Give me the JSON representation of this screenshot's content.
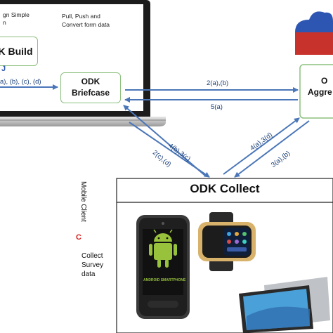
{
  "laptop": {
    "note_left": "gn Simple",
    "note_left_2": "n",
    "note_right_line1": "Pull, Push and",
    "note_right_line2": "Convert form data"
  },
  "boxes": {
    "build": "K Build",
    "briefcase_line1": "ODK",
    "briefcase_line2": "Briefcase",
    "aggregate_line1": "O",
    "aggregate_line2": "Aggre",
    "collect": "ODK Collect"
  },
  "arrows": {
    "a_left": "a), (b), (c), (d)",
    "a_top_right": "2(a),(b)",
    "a_bottom_right": "5(a)",
    "a_diag_upper": "4(b),3(c)",
    "a_diag_lower": "2(c),(d)",
    "a_right_upper": "4(a),3(d)",
    "a_right_lower": "3(a),(b)",
    "small_mark": "J"
  },
  "mobile": {
    "vertical_label": "Mobile Client",
    "letter": "C",
    "desc_line1": "Collect",
    "desc_line2": "Survey",
    "desc_line3": "data",
    "phone_label": "ANDROID SMARTPHONE"
  },
  "colors": {
    "arrow_blue": "#4a76b8",
    "box_border": "#8cc07e",
    "cloud_blue": "#2d56b3",
    "cloud_red": "#c8322c",
    "red_letter": "#d3201d"
  }
}
